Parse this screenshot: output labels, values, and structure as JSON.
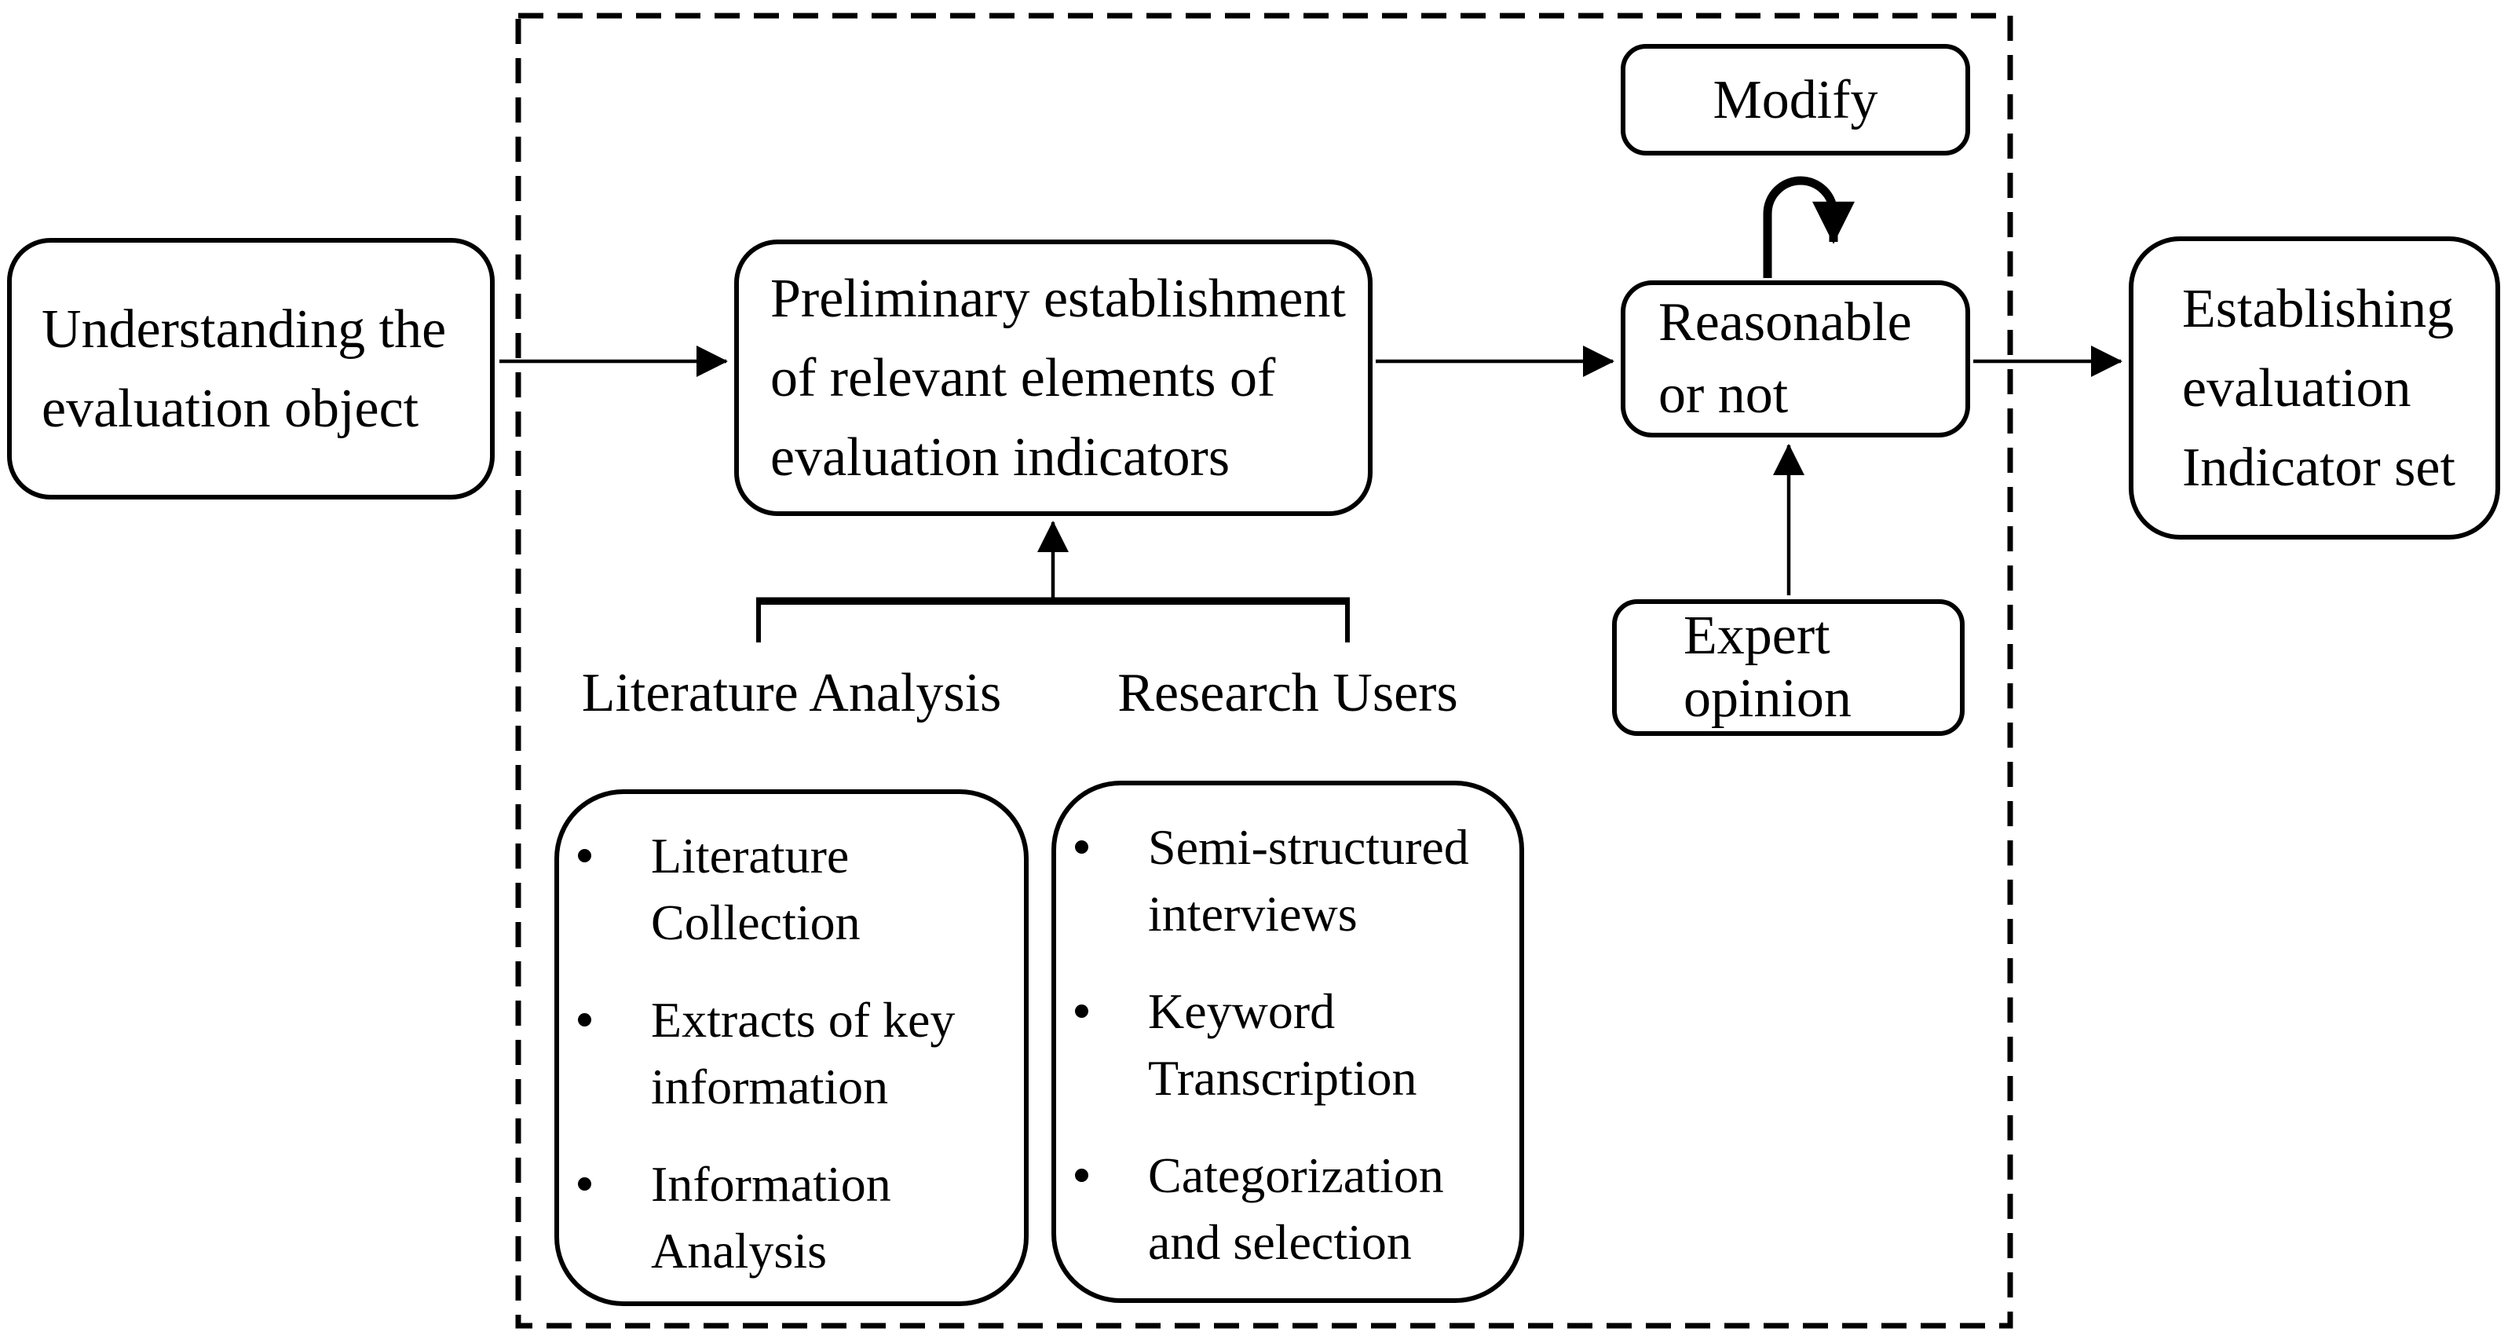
{
  "figure": {
    "background": "#ffffff",
    "ink": "#000000",
    "nodes": {
      "understanding": "Understanding the\nevaluation object",
      "preliminary": "Preliminary establishment\nof relevant elements of\nevaluation indicators",
      "modify": "Modify",
      "reasonable": "Reasonable\nor not",
      "expert": "Expert\nopinion",
      "establishing": "Establishing\nevaluation\nIndicator set"
    },
    "method_groups": [
      {
        "label": "Literature Analysis",
        "items": [
          "Literature Collection",
          "Extracts of key information",
          "Information Analysis"
        ]
      },
      {
        "label": "Research Users",
        "items": [
          "Semi-structured interviews",
          "Keyword Transcription",
          "Categorization and selection"
        ]
      }
    ]
  }
}
